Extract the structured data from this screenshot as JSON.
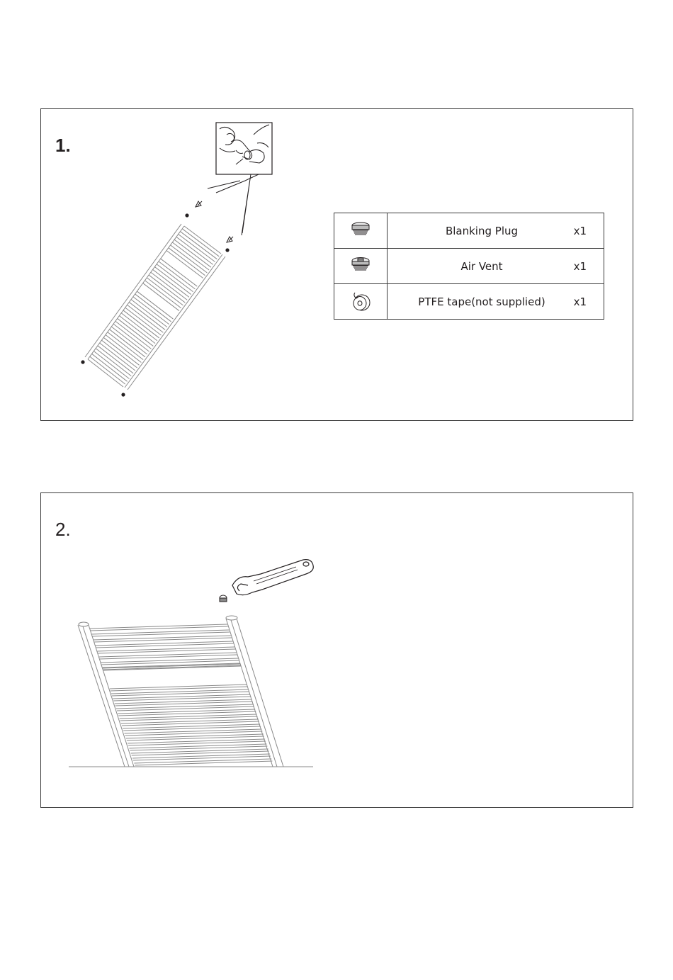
{
  "steps": [
    {
      "number": "1."
    },
    {
      "number": "2."
    }
  ],
  "parts": [
    {
      "name": "Blanking Plug",
      "quantity": "x1",
      "icon": "blanking-plug-icon"
    },
    {
      "name": "Air Vent",
      "quantity": "x1",
      "icon": "air-vent-icon"
    },
    {
      "name": "PTFE tape(not supplied)",
      "quantity": "x1",
      "icon": "ptfe-tape-icon"
    }
  ]
}
